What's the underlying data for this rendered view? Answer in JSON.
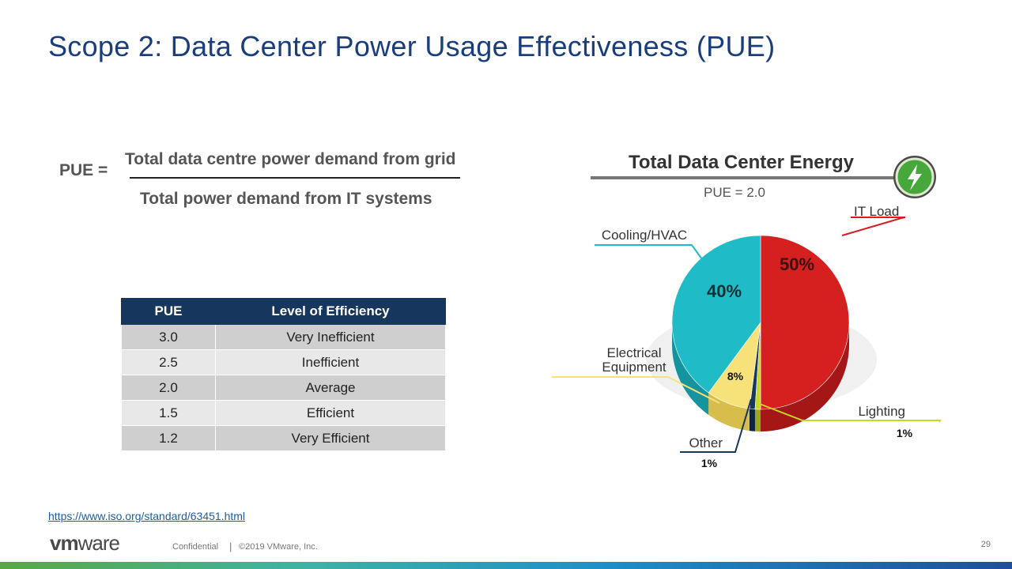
{
  "slide": {
    "title": "Scope 2: Data Center Power Usage Effectiveness (PUE)",
    "source_link": "https://www.iso.org/standard/63451.html",
    "page_number": "29"
  },
  "formula": {
    "lhs": "PUE =",
    "numerator": "Total data centre power demand from grid",
    "denominator": "Total power demand from IT systems"
  },
  "efficiency_table": {
    "headers": [
      "PUE",
      "Level of Efficiency"
    ],
    "rows": [
      [
        "3.0",
        "Very Inefficient"
      ],
      [
        "2.5",
        "Inefficient"
      ],
      [
        "2.0",
        "Average"
      ],
      [
        "1.5",
        "Efficient"
      ],
      [
        "1.2",
        "Very Efficient"
      ]
    ],
    "header_color": "#17365d"
  },
  "chart_data": {
    "type": "pie",
    "title": "Total Data Center Energy",
    "subtitle": "PUE = 2.0",
    "icon": "lightning-bolt-icon",
    "slices": [
      {
        "name": "IT Load",
        "value": 50,
        "label": "50%",
        "color": "#d61f1f",
        "side": "#a51616"
      },
      {
        "name": "Lighting",
        "value": 1,
        "label": "1%",
        "color": "#c7d62a",
        "side": "#9aa81f"
      },
      {
        "name": "Other",
        "value": 1,
        "label": "1%",
        "color": "#17375e",
        "side": "#0e2440"
      },
      {
        "name": "Electrical\nEquipment",
        "value": 8,
        "label": "8%",
        "color": "#f7e27a",
        "side": "#d6bd4c"
      },
      {
        "name": "Cooling/HVAC",
        "value": 40,
        "label": "40%",
        "color": "#1fbcc8",
        "side": "#15949e"
      }
    ]
  },
  "footer": {
    "logo_vm": "vm",
    "logo_ware": "ware",
    "confidential": "Confidential",
    "separator": "|",
    "copyright": "©2019 VMware, Inc."
  },
  "colors": {
    "title": "#1a3d7c",
    "bar_gradient": [
      "#5aa843",
      "#3cb4a4",
      "#1d8fc8",
      "#1d4f9c"
    ]
  }
}
